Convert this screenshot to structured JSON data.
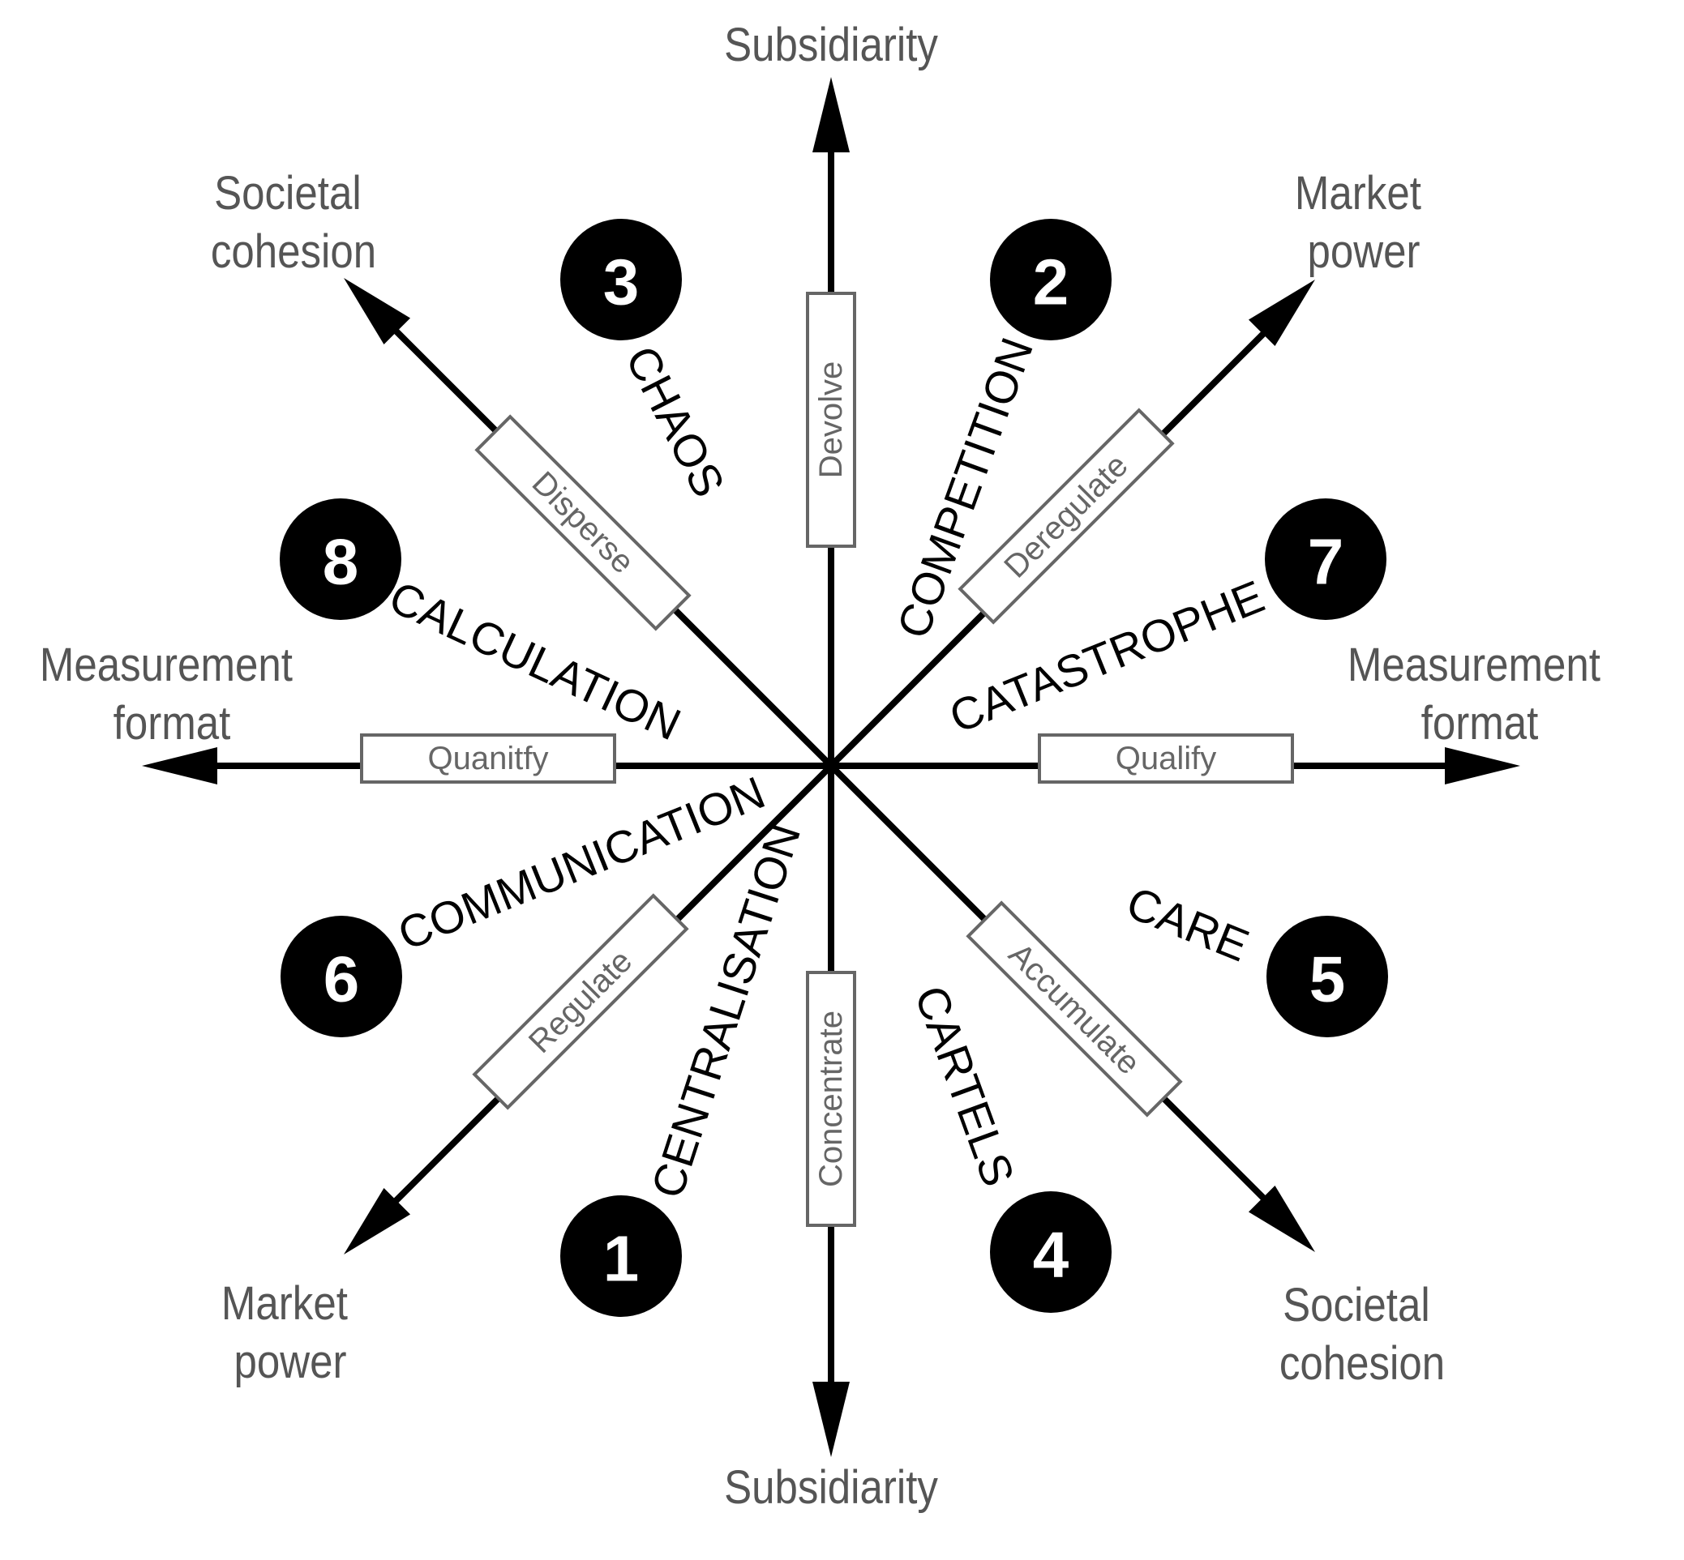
{
  "axes": {
    "vertical": {
      "top_label": [
        "Subsidiarity"
      ],
      "bottom_label": [
        "Subsidiarity"
      ],
      "action_top": "Devolve",
      "action_bottom": "Concentrate"
    },
    "horizontal": {
      "left_label": [
        "Measurement",
        "format"
      ],
      "right_label": [
        "Measurement",
        "format"
      ],
      "action_left": "Quanitfy",
      "action_right": "Qualify"
    },
    "diag_market": {
      "top_right_label": [
        "Market",
        "power"
      ],
      "bottom_left_label": [
        "Market",
        "power"
      ],
      "action_top_right": "Deregulate",
      "action_bottom_left": "Regulate"
    },
    "diag_societal": {
      "top_left_label": [
        "Societal",
        "cohesion"
      ],
      "bottom_right_label": [
        "Societal",
        "cohesion"
      ],
      "action_top_left": "Disperse",
      "action_bottom_right": "Accumulate"
    }
  },
  "scenarios": [
    {
      "number": "1",
      "name": "CENTRALISATION"
    },
    {
      "number": "2",
      "name": "COMPETITION"
    },
    {
      "number": "3",
      "name": "CHAOS"
    },
    {
      "number": "4",
      "name": "CARTELS"
    },
    {
      "number": "5",
      "name": "CARE"
    },
    {
      "number": "6",
      "name": "COMMUNICATION"
    },
    {
      "number": "7",
      "name": "CATASTROPHE"
    },
    {
      "number": "8",
      "name": "CALCULATION"
    }
  ],
  "colors": {
    "axis": "#000000",
    "label": "#555555",
    "action": "#666666",
    "circle": "#000000"
  }
}
